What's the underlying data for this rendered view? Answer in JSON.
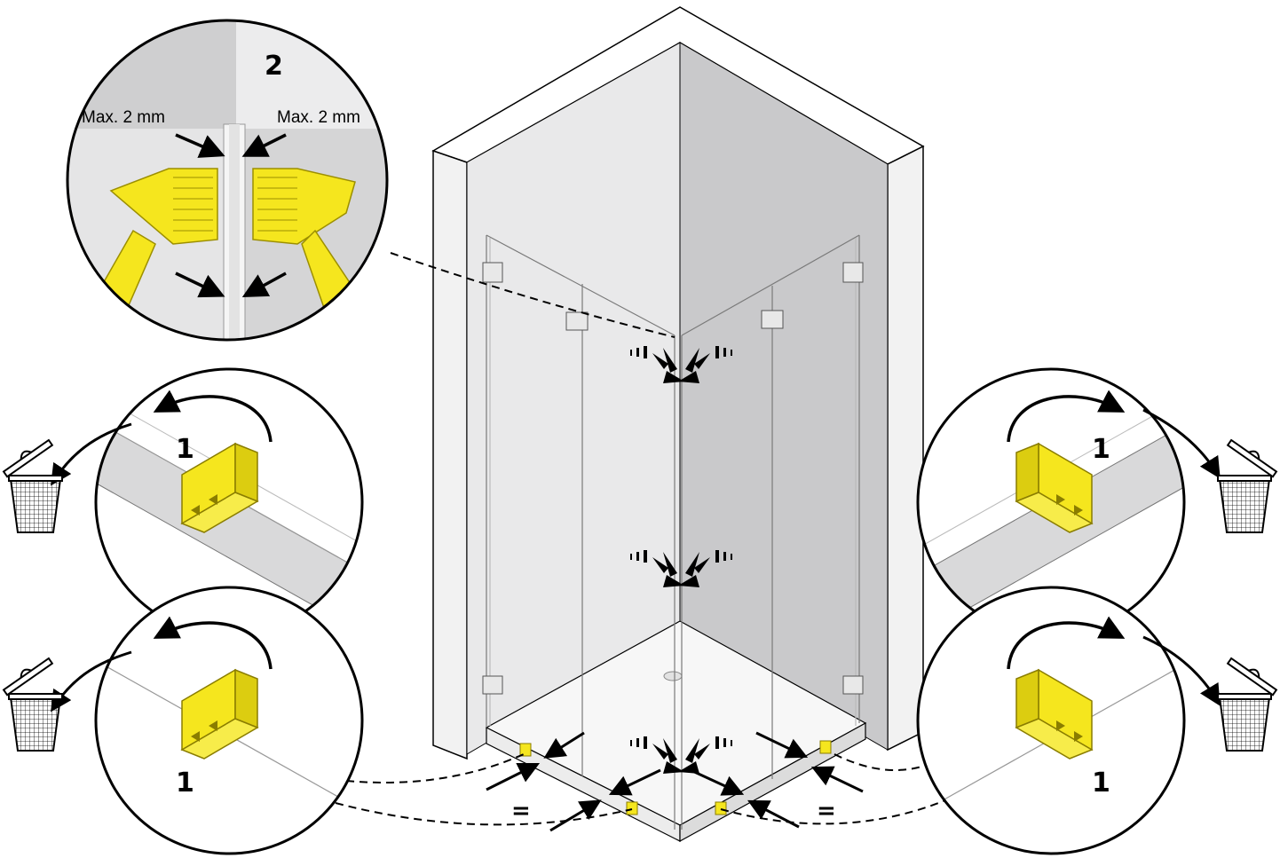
{
  "detail_top": {
    "step": "2",
    "gap_left": "Max. 2 mm",
    "gap_right": "Max. 2 mm"
  },
  "detail_left_upper": {
    "step": "1",
    "icon": "trash-bin-icon"
  },
  "detail_left_lower": {
    "step": "1",
    "icon": "trash-bin-icon"
  },
  "detail_right_upper": {
    "step": "1",
    "icon": "trash-bin-icon"
  },
  "detail_right_lower": {
    "step": "1",
    "icon": "trash-bin-icon"
  },
  "equal_marks": {
    "left": "=",
    "right": "="
  },
  "colors": {
    "spacer_yellow": "#f5e61e",
    "wall_gray": "#c9c9cb",
    "wall_light": "#e9e9ea",
    "outline": "#000000"
  }
}
